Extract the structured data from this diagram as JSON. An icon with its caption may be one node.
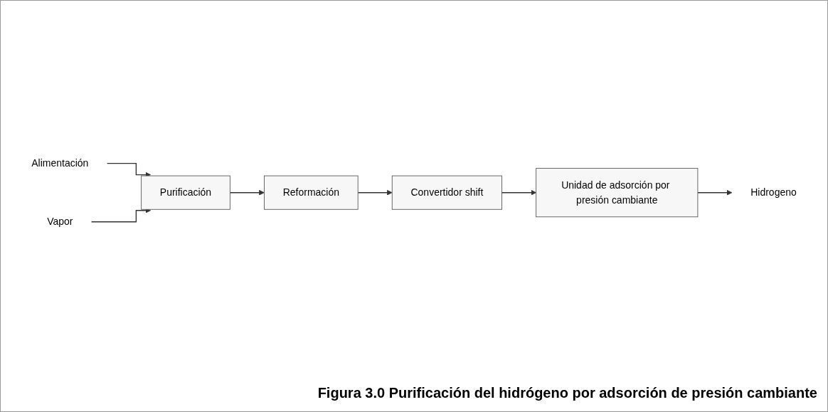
{
  "diagram": {
    "caption": "Figura 3.0 Purificación del hidrógeno por adsorción de presión cambiante",
    "nodes": [
      {
        "text": [
          "Alimentación"
        ]
      },
      {
        "text": [
          "Vapor"
        ]
      },
      {
        "text": [
          "Purificación"
        ]
      },
      {
        "text": [
          "Reformación"
        ]
      },
      {
        "text": [
          "Convertidor shift"
        ]
      },
      {
        "text": [
          "Unidad de adsorción por presión cambiante"
        ]
      },
      {
        "text": [
          "Hidrogeno"
        ]
      }
    ],
    "edges": [
      {
        "from": 0,
        "to": 2,
        "arrow": "to"
      },
      {
        "from": 1,
        "to": 2,
        "arrow": "to"
      },
      {
        "from": 2,
        "to": 3,
        "arrow": "to"
      },
      {
        "from": 3,
        "to": 4,
        "arrow": "to"
      },
      {
        "from": 4,
        "to": 5,
        "arrow": "to"
      },
      {
        "from": 5,
        "to": 6,
        "arrow": "to"
      }
    ]
  }
}
